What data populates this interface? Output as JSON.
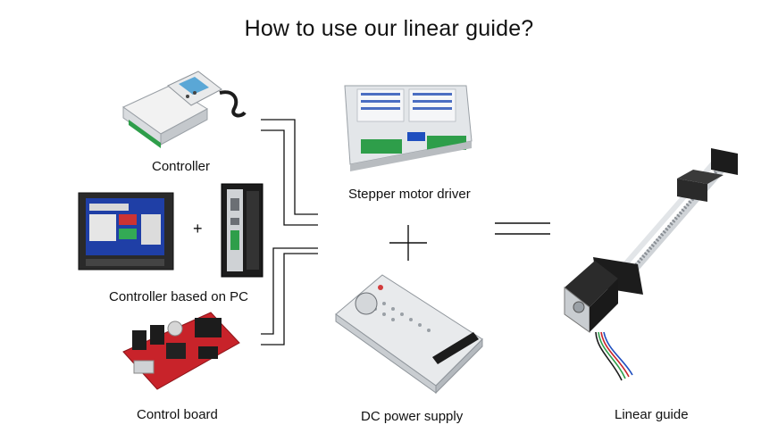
{
  "title": "How to use our linear guide?",
  "components": {
    "controller": "Controller",
    "pc_controller": "Controller based on PC",
    "control_board": "Control board",
    "stepper_driver": "Stepper motor driver",
    "power_supply": "DC power supply",
    "linear_guide": "Linear guide"
  },
  "symbols": {
    "small_plus": "+",
    "big_plus": "+",
    "equals": "="
  },
  "colors": {
    "green_terminal": "#2e9e4a",
    "red_board": "#c8232a",
    "blue_panel": "#1f3fa6",
    "metal": "#c9cdd1",
    "dark": "#1c1c1c"
  }
}
